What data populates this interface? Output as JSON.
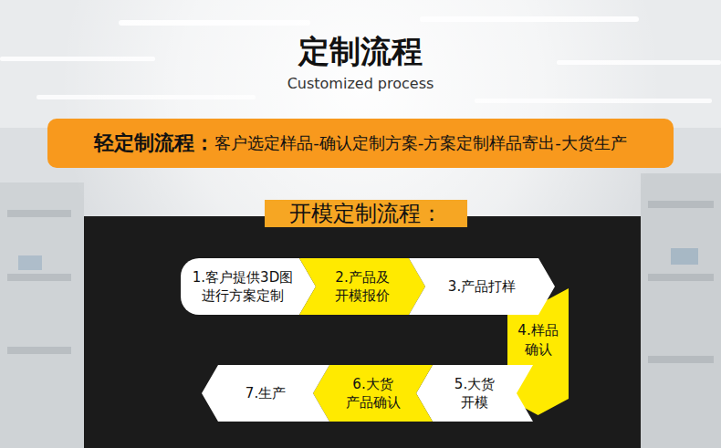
{
  "diagram": {
    "title": "定制流程",
    "nodes": [
      {
        "text": [
          "轻定制流程：",
          "客户选定样品-确认定制方案-方案定制样品寄出-大货生产"
        ]
      },
      {
        "text": [
          "开模定制流程："
        ]
      },
      {
        "text": [
          "1.客户提供3D图 进行方案定制"
        ],
        "in": 1
      },
      {
        "text": [
          "2.产品及 开模报价"
        ],
        "in": 1
      },
      {
        "text": [
          "3.产品打样"
        ],
        "in": 1
      },
      {
        "text": [
          "4.样品 确认"
        ],
        "in": 1
      },
      {
        "text": [
          "5.大货 开模"
        ],
        "in": 1
      },
      {
        "text": [
          "6.大货 产品确认"
        ],
        "in": 1
      },
      {
        "text": [
          "7.生产"
        ],
        "in": 1
      }
    ],
    "labels": [
      "Customized process"
    ]
  }
}
